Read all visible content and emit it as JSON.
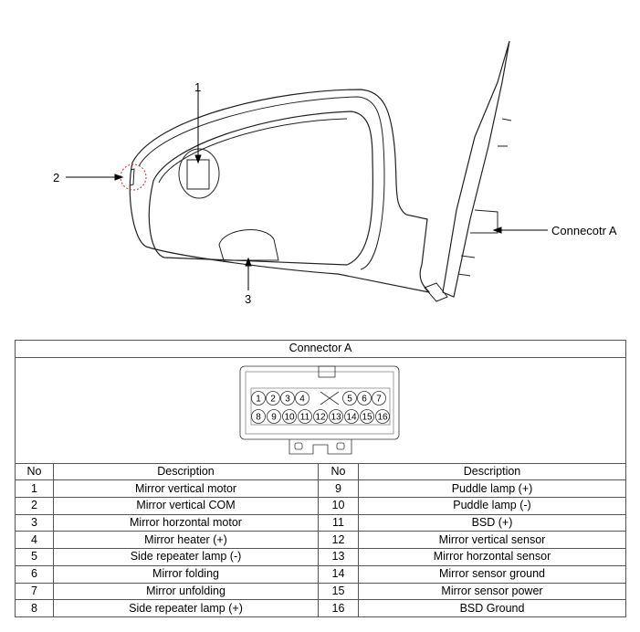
{
  "figure": {
    "callouts": [
      "1",
      "2",
      "3"
    ],
    "connector_label": "Connecotr A"
  },
  "table": {
    "title": "Connector A",
    "pins_top": [
      "1",
      "2",
      "3",
      "4",
      "5",
      "6",
      "7"
    ],
    "pins_bottom": [
      "8",
      "9",
      "10",
      "11",
      "12",
      "13",
      "14",
      "15",
      "16"
    ],
    "headers": {
      "no": "No",
      "description": "Description"
    },
    "rows": [
      {
        "no1": "1",
        "desc1": "Mirror vertical motor",
        "no2": "9",
        "desc2": "Puddle lamp (+)"
      },
      {
        "no1": "2",
        "desc1": "Mirror vertical COM",
        "no2": "10",
        "desc2": "Puddle lamp (-)"
      },
      {
        "no1": "3",
        "desc1": "Mirror horzontal motor",
        "no2": "11",
        "desc2": "BSD (+)"
      },
      {
        "no1": "4",
        "desc1": "Mirror heater (+)",
        "no2": "12",
        "desc2": "Mirror vertical sensor"
      },
      {
        "no1": "5",
        "desc1": "Side repeater lamp (-)",
        "no2": "13",
        "desc2": "Mirror horzontal sensor"
      },
      {
        "no1": "6",
        "desc1": "Mirror folding",
        "no2": "14",
        "desc2": "Mirror sensor ground"
      },
      {
        "no1": "7",
        "desc1": "Mirror unfolding",
        "no2": "15",
        "desc2": "Mirror sensor power"
      },
      {
        "no1": "8",
        "desc1": "Side repeater lamp (+)",
        "no2": "16",
        "desc2": "BSD Ground"
      }
    ]
  }
}
